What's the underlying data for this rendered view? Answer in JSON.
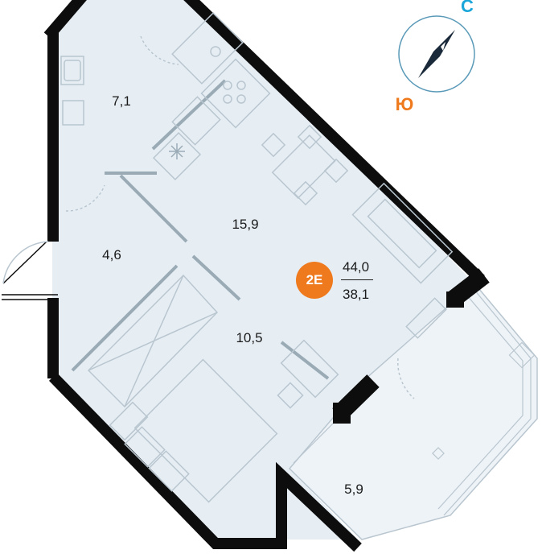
{
  "unit": {
    "badge_label": "2E",
    "total_area": "44,0",
    "living_area": "38,1"
  },
  "rooms": {
    "kitchen_area": "7,1",
    "hall_area": "4,6",
    "living_area": "15,9",
    "bedroom_area": "10,5",
    "loggia_area": "5,9"
  },
  "compass": {
    "north_label": "С",
    "south_label": "Ю"
  },
  "colors": {
    "floor_fill": "#e6eef4",
    "wall": "#0d0d0d",
    "furniture_stroke": "#b9c6cf",
    "badge": "#ef7a1e",
    "north": "#1aa6d8",
    "south": "#ef7a1e",
    "compass_ring": "#5a9ab8",
    "needle": "#1a2a3a"
  }
}
